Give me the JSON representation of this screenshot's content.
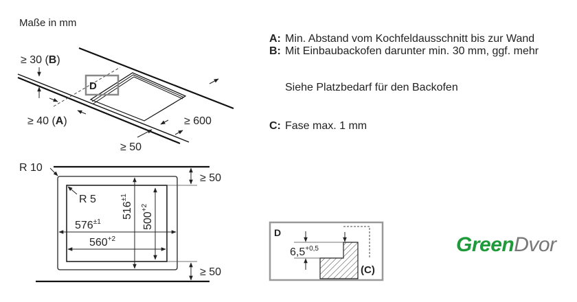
{
  "title": "Maße in mm",
  "iso_view": {
    "label_b": "≥ 30 (",
    "label_b_key": "B",
    "label_a": "≥ 40 (",
    "label_a_key": "A",
    "close": ")",
    "label_front": "≥ 50",
    "label_depth": "≥ 600",
    "detail_marker": "D"
  },
  "plan_view": {
    "r_outer": "R 10",
    "r_inner": "R 5",
    "width_outer": "576",
    "width_outer_tol": "±1",
    "width_cutout": "560",
    "width_cutout_tol": "+2",
    "depth_outer": "516",
    "depth_outer_tol": "±1",
    "depth_cutout": "500",
    "depth_cutout_tol": "+2",
    "clear_back": "≥ 50",
    "clear_front": "≥ 50"
  },
  "notes": [
    {
      "key": "A:",
      "text": "Min. Abstand vom Kochfeldausschnitt bis zur Wand"
    },
    {
      "key": "B:",
      "text": "Mit Einbaubackofen darunter min. 30 mm, ggf. mehr"
    },
    {
      "key": "",
      "text": "Siehe Platzbedarf für den Backofen"
    },
    {
      "key": "C:",
      "text": "Fase max. 1 mm"
    }
  ],
  "detail": {
    "title": "D",
    "step": "6,5",
    "step_tol": "+0,5",
    "chamfer": "(C)"
  },
  "logo": {
    "part1": "Green",
    "part2": "Dvor",
    "color1": "#1f9a3a",
    "color2": "#777777"
  }
}
